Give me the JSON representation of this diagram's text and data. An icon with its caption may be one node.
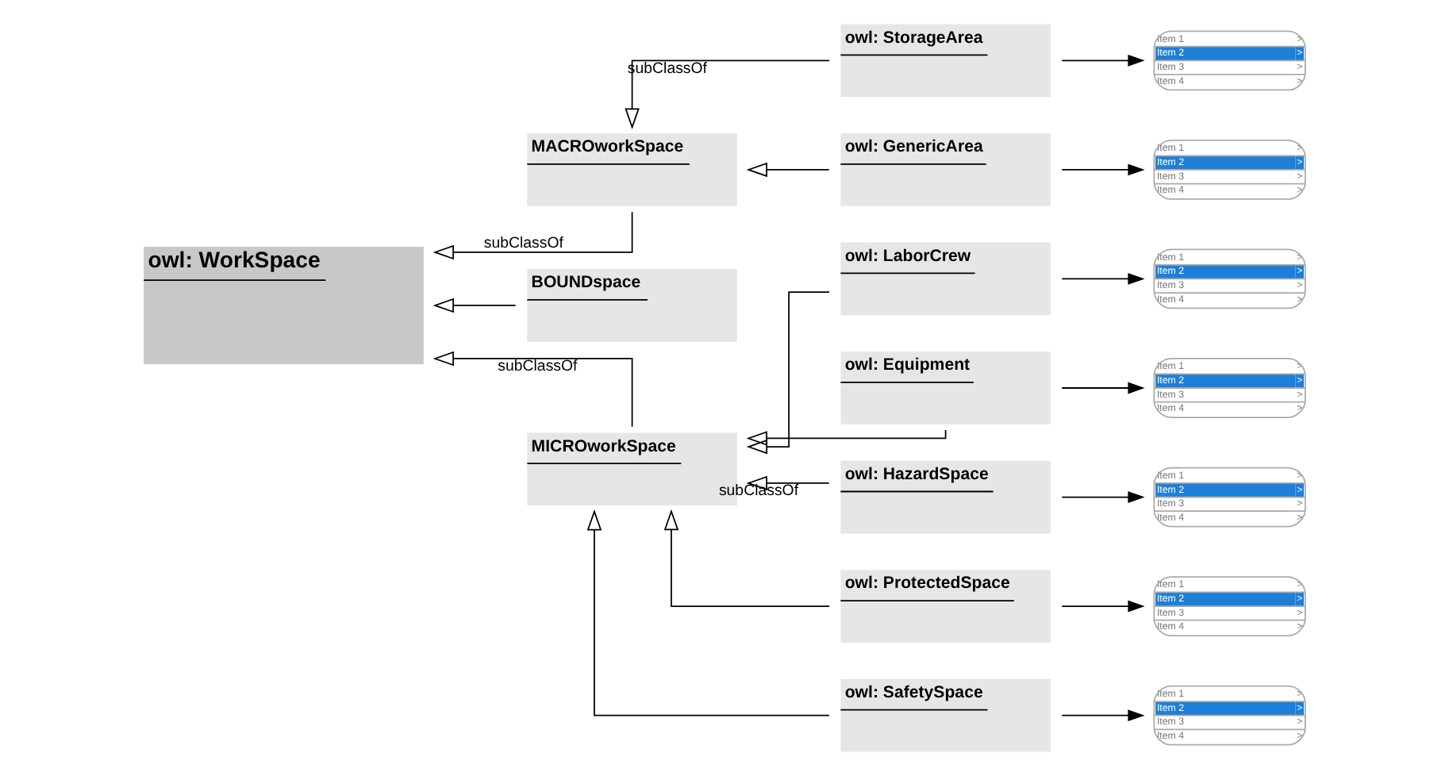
{
  "diagram": {
    "nodes": [
      {
        "text": [
          "owl: WorkSpace"
        ]
      },
      {
        "text": [
          "MACROworkSpace"
        ]
      },
      {
        "text": [
          "BOUNDspace"
        ]
      },
      {
        "text": [
          "MICROworkSpace"
        ]
      },
      {
        "text": [
          "owl: StorageArea"
        ]
      },
      {
        "text": [
          "owl: GenericArea"
        ]
      },
      {
        "text": [
          "owl: LaborCrew"
        ]
      },
      {
        "text": [
          "owl: Equipment"
        ]
      },
      {
        "text": [
          "owl: HazardSpace"
        ]
      },
      {
        "text": [
          "owl: ProtectedSpace"
        ]
      },
      {
        "text": [
          "owl: SafetySpace"
        ]
      },
      {
        "text": [
          "Item 1",
          ">",
          "Item 2",
          ">",
          "Item 3",
          ">",
          "Item 4",
          ">"
        ]
      },
      {
        "text": [
          "Item 1",
          ">",
          "Item 2",
          ">",
          "Item 3",
          ">",
          "Item 4",
          ">"
        ]
      },
      {
        "text": [
          "Item 1",
          ">",
          "Item 2",
          ">",
          "Item 3",
          ">",
          "Item 4",
          ">"
        ]
      },
      {
        "text": [
          "Item 1",
          ">",
          "Item 2",
          ">",
          "Item 3",
          ">",
          "Item 4",
          ">"
        ]
      },
      {
        "text": [
          "Item 1",
          ">",
          "Item 2",
          ">",
          "Item 3",
          ">",
          "Item 4",
          ">"
        ]
      },
      {
        "text": [
          "Item 1",
          ">",
          "Item 2",
          ">",
          "Item 3",
          ">",
          "Item 4",
          ">"
        ]
      },
      {
        "text": [
          "Item 1",
          ">",
          "Item 2",
          ">",
          "Item 3",
          ">",
          "Item 4",
          ">"
        ]
      }
    ],
    "edges": [
      {
        "from": 1,
        "to": 0,
        "arrow": "to",
        "label": "subClassOf"
      },
      {
        "from": 2,
        "to": 0,
        "arrow": "to"
      },
      {
        "from": 3,
        "to": 0,
        "arrow": "to",
        "label": "subClassOf"
      },
      {
        "from": 4,
        "to": 1,
        "arrow": "to",
        "label": "subClassOf"
      },
      {
        "from": 5,
        "to": 1,
        "arrow": "to"
      },
      {
        "from": 6,
        "to": 3,
        "arrow": "to"
      },
      {
        "from": 7,
        "to": 3,
        "arrow": "to"
      },
      {
        "from": 8,
        "to": 3,
        "arrow": "to",
        "label": "subClassOf"
      },
      {
        "from": 9,
        "to": 3,
        "arrow": "to"
      },
      {
        "from": 10,
        "to": 3,
        "arrow": "to"
      },
      {
        "from": 4,
        "to": 11,
        "arrow": "to"
      },
      {
        "from": 5,
        "to": 12,
        "arrow": "to"
      },
      {
        "from": 6,
        "to": 13,
        "arrow": "to"
      },
      {
        "from": 7,
        "to": 14,
        "arrow": "to"
      },
      {
        "from": 8,
        "to": 15,
        "arrow": "to"
      },
      {
        "from": 9,
        "to": 16,
        "arrow": "to"
      },
      {
        "from": 10,
        "to": 17,
        "arrow": "to"
      }
    ]
  }
}
